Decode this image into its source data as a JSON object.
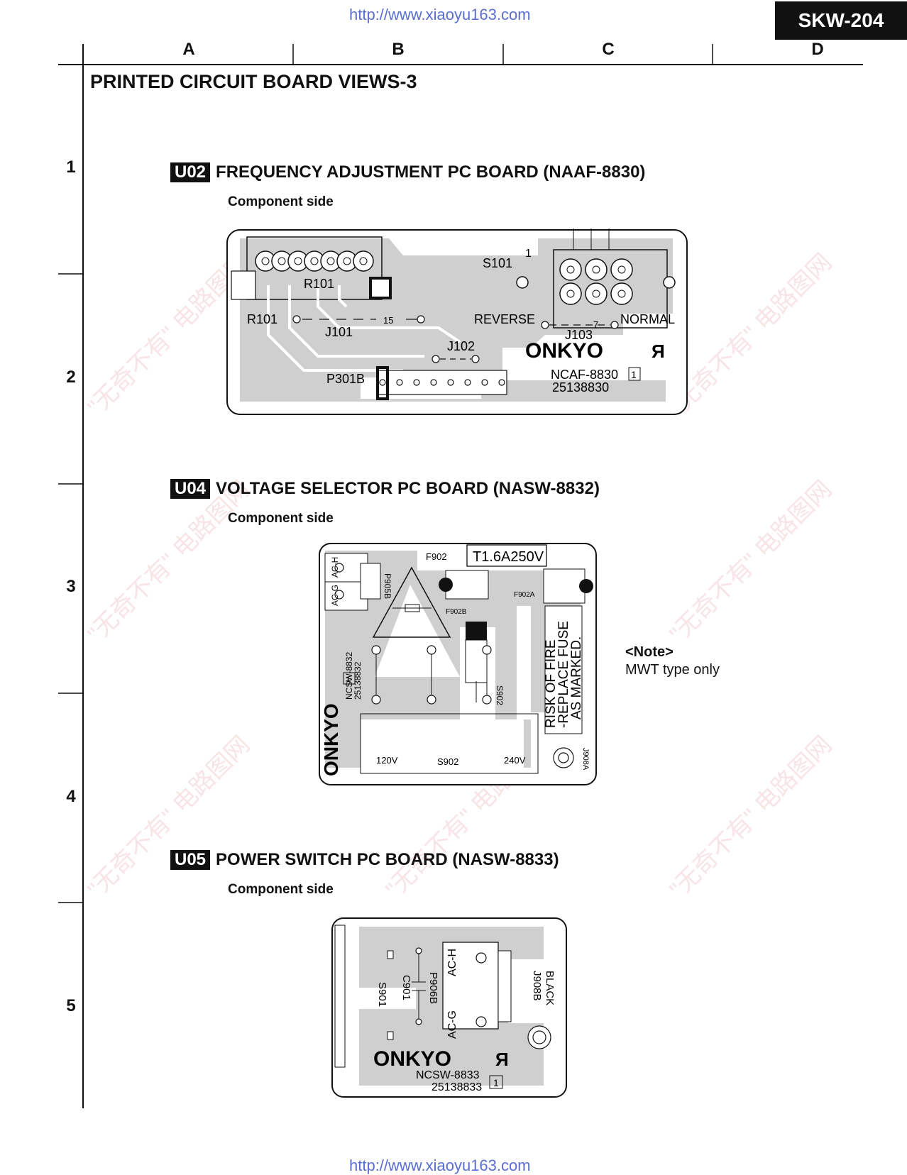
{
  "header": {
    "url_top": "http://www.xiaoyu163.com",
    "model": "SKW-204",
    "columns": [
      "A",
      "B",
      "C",
      "D"
    ],
    "rows": [
      "1",
      "2",
      "3",
      "4",
      "5"
    ],
    "page_title": "PRINTED CIRCUIT BOARD VIEWS-3"
  },
  "boards": {
    "u02": {
      "badge": "U02",
      "title": "FREQUENCY ADJUSTMENT PC BOARD (NAAF-8830)",
      "side": "Component side",
      "labels": {
        "s101": "S101",
        "one": "1",
        "r101a": "R101",
        "r101b": "R101",
        "j101": "J101",
        "fifteen": "15",
        "reverse": "REVERSE",
        "normal": "NORMAL",
        "j103": "J103",
        "seven": "7",
        "j102": "J102",
        "p301b": "P301B",
        "brand": "ONKYO",
        "part": "NCAF-8830",
        "rev": "1",
        "code": "25138830"
      }
    },
    "u04": {
      "badge": "U04",
      "title": "VOLTAGE SELECTOR PC BOARD (NASW-8832)",
      "side": "Component side",
      "labels": {
        "f902": "F902",
        "fuse": "T1.6A250V",
        "ach": "AC-H",
        "acg": "AC-G",
        "p905b": "P905B",
        "f902b": "F902B",
        "f902a": "F902A",
        "warn1": "RISK   OF FIRE",
        "warn2": "-REPLACE   FUSE",
        "warn3": "AS  MARKED.",
        "s902v": "S902",
        "v120": "120V",
        "s902": "S902",
        "v240": "240V",
        "j908a": "J908A",
        "brand": "ONKYO",
        "part": "NCSW-8832",
        "code": "25138832",
        "rev": "1"
      },
      "note": {
        "title": "<Note>",
        "text": "MWT type only"
      }
    },
    "u05": {
      "badge": "U05",
      "title": "POWER SWITCH PC BOARD (NASW-8833)",
      "side": "Component side",
      "labels": {
        "s901": "S901",
        "c901": "C901",
        "p906b": "P906B",
        "ach": "AC-H",
        "acg": "AC-G",
        "j908b": "J908B",
        "black": "BLACK",
        "brand": "ONKYO",
        "part": "NCSW-8833",
        "code": "25138833",
        "rev": "1"
      }
    }
  },
  "footer": {
    "url_bottom": "http://www.xiaoyu163.com"
  },
  "colors": {
    "copper": "#cfcfcf",
    "ink": "#111111",
    "link": "#5a6fd0"
  }
}
